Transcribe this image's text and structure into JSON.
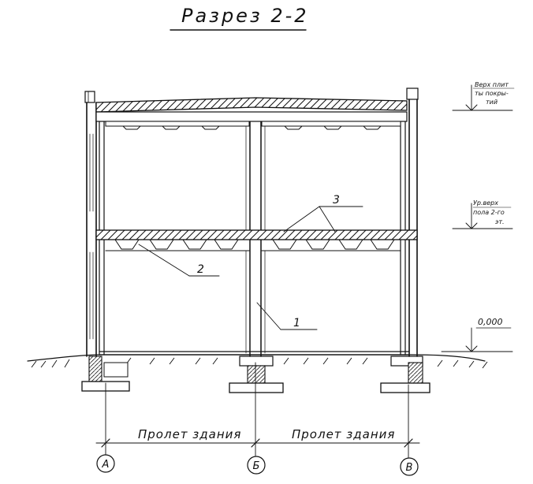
{
  "title": "Разрез 2-2",
  "spans": {
    "left_label": "Пролет здания",
    "right_label": "Пролет здания"
  },
  "axes": [
    "А",
    "Б",
    "В"
  ],
  "callouts": {
    "column": "1",
    "beam": "2",
    "slab": "3"
  },
  "levels": {
    "roof": [
      "Верх плит",
      "ты покры-",
      "тий"
    ],
    "floor": [
      "Ур.верх",
      "пола 2-го",
      "эт."
    ],
    "ground": "0,000"
  }
}
